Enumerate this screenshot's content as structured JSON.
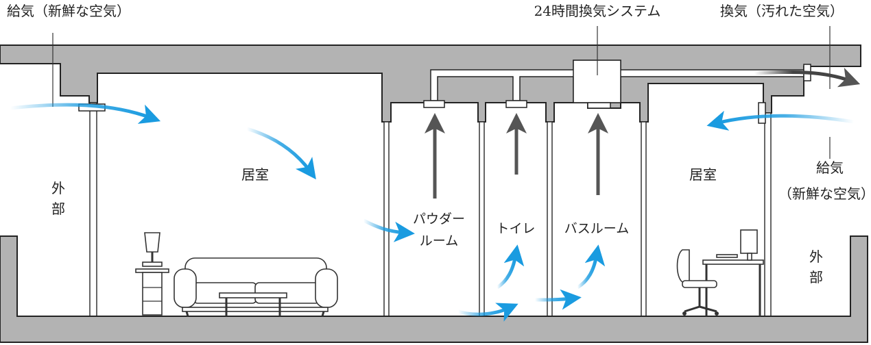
{
  "labels": {
    "supply_left": "給気（新鮮な空気）",
    "system": "24時間換気システム",
    "exhaust": "換気（汚れた空気）",
    "living_left": "居室",
    "living_right": "居室",
    "outside_left": [
      "外",
      "部"
    ],
    "outside_right": [
      "外",
      "部"
    ],
    "powder_room": [
      "パウダー",
      "ルーム"
    ],
    "toilet": "トイレ",
    "bathroom": "バスルーム",
    "supply_right": [
      "給気",
      "（新鮮な空気）"
    ]
  },
  "colors": {
    "fresh_air": "#1a9be0",
    "exhaust_air": "#555555",
    "structure": "#b3b3b3"
  }
}
